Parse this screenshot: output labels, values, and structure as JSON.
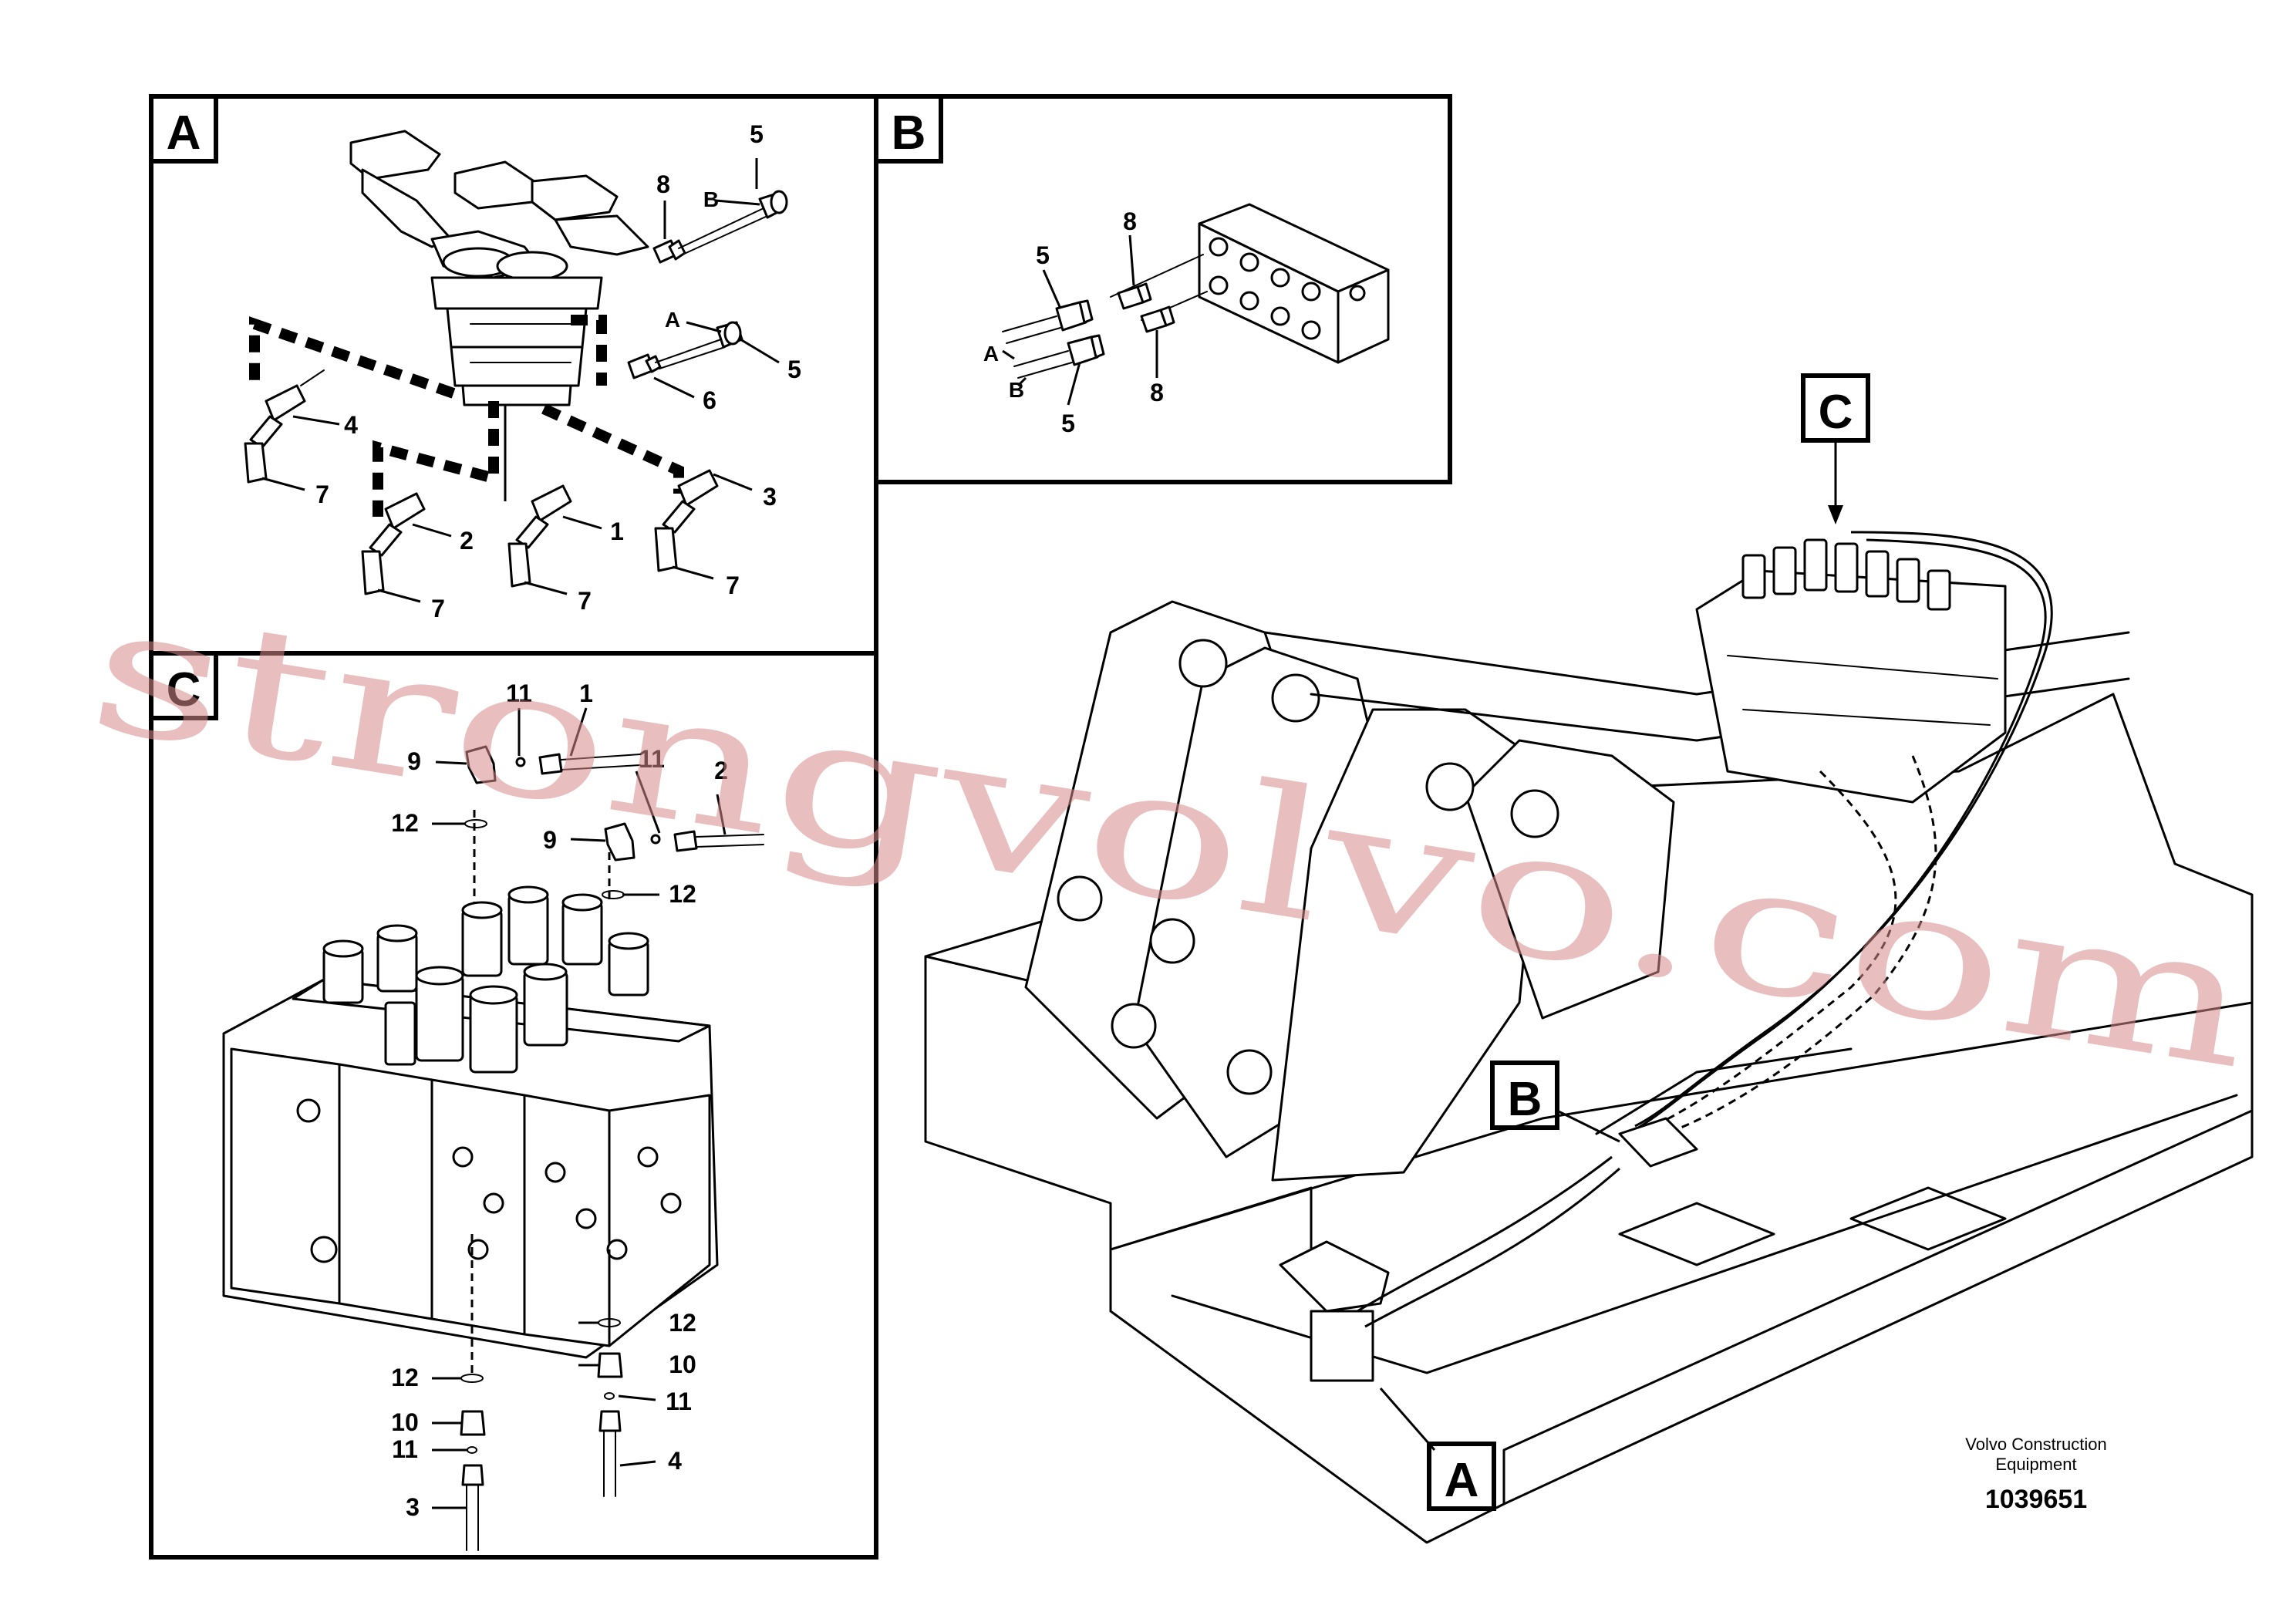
{
  "panels": {
    "A": {
      "letter": "A",
      "callouts": {
        "p1": "1",
        "p2": "2",
        "p3": "3",
        "p4": "4",
        "p5a": "5",
        "p5b": "5",
        "p6": "6",
        "p7a": "7",
        "p7b": "7",
        "p7c": "7",
        "p7d": "7",
        "p8": "8",
        "portA": "A",
        "portB": "B"
      }
    },
    "B": {
      "letter": "B",
      "callouts": {
        "p5a": "5",
        "p5b": "5",
        "p8a": "8",
        "p8b": "8",
        "portA": "A",
        "portB": "B"
      }
    },
    "C": {
      "letter": "C",
      "callouts": {
        "p1": "1",
        "p2": "2",
        "p3": "3",
        "p4": "4",
        "p9a": "9",
        "p9b": "9",
        "p10a": "10",
        "p10b": "10",
        "p11a": "11",
        "p11b": "11",
        "p11c": "11",
        "p11d": "11",
        "p12a": "12",
        "p12b": "12",
        "p12c": "12",
        "p12d": "12"
      }
    }
  },
  "overview": {
    "tagA": "A",
    "tagB": "B",
    "tagC": "C"
  },
  "caption": {
    "line1": "Volvo Construction",
    "line2": "Equipment",
    "number": "1039651"
  },
  "watermark": {
    "text": "strongvolvo.com",
    "color": "#d88a8a"
  }
}
